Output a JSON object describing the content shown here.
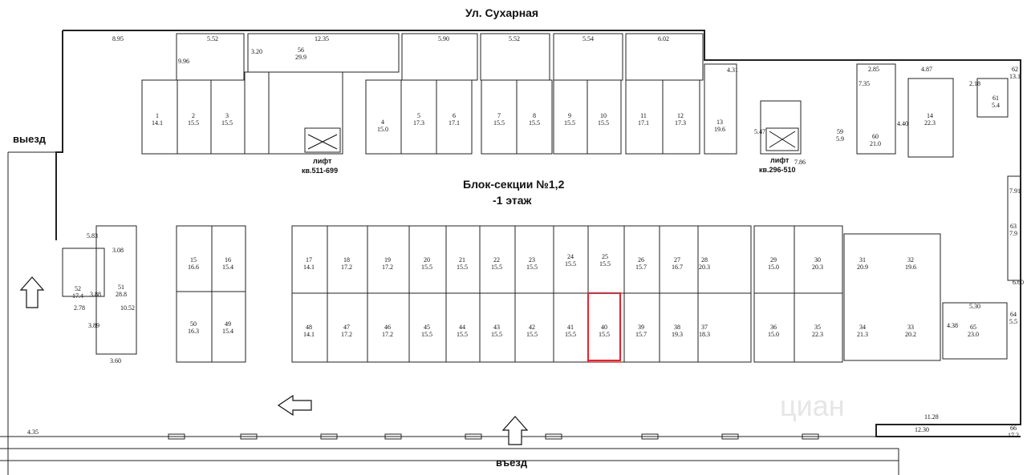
{
  "street": "Ул. Сухарная",
  "exit_label": "выезд",
  "entry_label": "въезд",
  "title_line1": "Блок-секции №1,2",
  "title_line2": "-1 этаж",
  "lift_left": {
    "label": "лифт",
    "range": "кв.511-699"
  },
  "lift_right": {
    "label": "лифт",
    "range": "кв.296-510"
  },
  "watermark": "циан",
  "highlight_color": "#e8212a",
  "dimensions": [
    "8.95",
    "5.52",
    "12.35",
    "5.90",
    "5.52",
    "5.54",
    "6.02",
    "4.31",
    "2.85",
    "4.87",
    "2.18",
    "9.96",
    "3.20",
    "7.35",
    "4.40",
    "5.47",
    "7.86",
    "7.91",
    "5.83",
    "3.08",
    "2.78",
    "3.88",
    "10.52",
    "3.89",
    "3.60",
    "6.60",
    "5.30",
    "4.38",
    "4.35",
    "11.28",
    "12.30"
  ],
  "spaces": [
    {
      "n": "1",
      "a": "14.1"
    },
    {
      "n": "2",
      "a": "15.5"
    },
    {
      "n": "3",
      "a": "15.5"
    },
    {
      "n": "4",
      "a": "15.0"
    },
    {
      "n": "5",
      "a": "17.3"
    },
    {
      "n": "6",
      "a": "17.1"
    },
    {
      "n": "7",
      "a": "15.5"
    },
    {
      "n": "8",
      "a": "15.5"
    },
    {
      "n": "9",
      "a": "15.5"
    },
    {
      "n": "10",
      "a": "15.5"
    },
    {
      "n": "11",
      "a": "17.1"
    },
    {
      "n": "12",
      "a": "17.3"
    },
    {
      "n": "13",
      "a": "19.6"
    },
    {
      "n": "14",
      "a": "22.3"
    },
    {
      "n": "15",
      "a": "16.6"
    },
    {
      "n": "16",
      "a": "15.4"
    },
    {
      "n": "17",
      "a": "14.1"
    },
    {
      "n": "18",
      "a": "17.2"
    },
    {
      "n": "19",
      "a": "17.2"
    },
    {
      "n": "20",
      "a": "15.5"
    },
    {
      "n": "21",
      "a": "15.5"
    },
    {
      "n": "22",
      "a": "15.5"
    },
    {
      "n": "23",
      "a": "15.5"
    },
    {
      "n": "24",
      "a": "15.5"
    },
    {
      "n": "25",
      "a": "15.5"
    },
    {
      "n": "26",
      "a": "15.7"
    },
    {
      "n": "27",
      "a": "16.7"
    },
    {
      "n": "28",
      "a": "20.3"
    },
    {
      "n": "29",
      "a": "15.0"
    },
    {
      "n": "30",
      "a": "20.3"
    },
    {
      "n": "31",
      "a": "20.9"
    },
    {
      "n": "32",
      "a": "19.6"
    },
    {
      "n": "33",
      "a": "20.2"
    },
    {
      "n": "34",
      "a": "21.3"
    },
    {
      "n": "35",
      "a": "22.3"
    },
    {
      "n": "36",
      "a": "15.0"
    },
    {
      "n": "37",
      "a": "18.3"
    },
    {
      "n": "38",
      "a": "19.3"
    },
    {
      "n": "39",
      "a": "15.7"
    },
    {
      "n": "40",
      "a": "15.5"
    },
    {
      "n": "41",
      "a": "15.5"
    },
    {
      "n": "42",
      "a": "15.5"
    },
    {
      "n": "43",
      "a": "15.5"
    },
    {
      "n": "44",
      "a": "15.5"
    },
    {
      "n": "45",
      "a": "15.5"
    },
    {
      "n": "46",
      "a": "17.2"
    },
    {
      "n": "47",
      "a": "17.2"
    },
    {
      "n": "48",
      "a": "14.1"
    },
    {
      "n": "49",
      "a": "15.4"
    },
    {
      "n": "50",
      "a": "16.3"
    },
    {
      "n": "51",
      "a": "28.8"
    },
    {
      "n": "52",
      "a": "17.4"
    },
    {
      "n": "56",
      "a": "29.9"
    },
    {
      "n": "59",
      "a": "5.9"
    },
    {
      "n": "60",
      "a": "21.0"
    },
    {
      "n": "61",
      "a": "5.4"
    },
    {
      "n": "62",
      "a": "13.1"
    },
    {
      "n": "63",
      "a": "7.9"
    },
    {
      "n": "64",
      "a": "5.5"
    },
    {
      "n": "65",
      "a": "23.0"
    },
    {
      "n": "66",
      "a": "17.2"
    }
  ]
}
